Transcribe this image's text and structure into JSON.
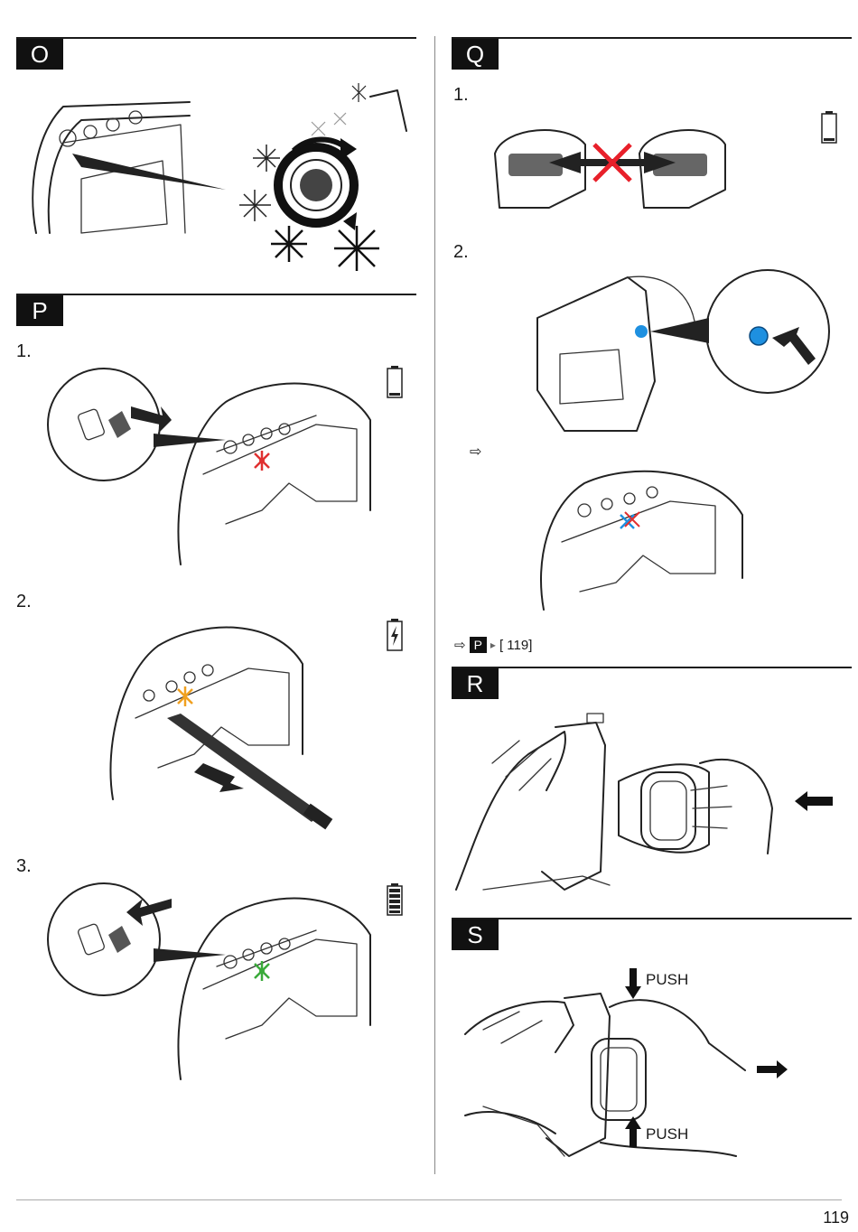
{
  "sections": {
    "O": {
      "badge": "O"
    },
    "P": {
      "badge": "P",
      "steps": [
        "1.",
        "2.",
        "3."
      ]
    },
    "Q": {
      "badge": "Q",
      "steps": [
        "1.",
        "2."
      ],
      "result_arrow": "⇨",
      "ref_arrow": "⇨",
      "ref_badge": "P",
      "ref_triangle": "▸",
      "ref_text": "[ 119]"
    },
    "R": {
      "badge": "R"
    },
    "S": {
      "badge": "S",
      "push_top": "PUSH",
      "push_bottom": "PUSH"
    }
  },
  "page_number": "119",
  "colors": {
    "badge_bg": "#111111",
    "led_red": "#e03030",
    "led_orange": "#f0a020",
    "led_green": "#3aaa3a",
    "blue_button": "#1e90e0",
    "cross_red": "#e8202a"
  }
}
